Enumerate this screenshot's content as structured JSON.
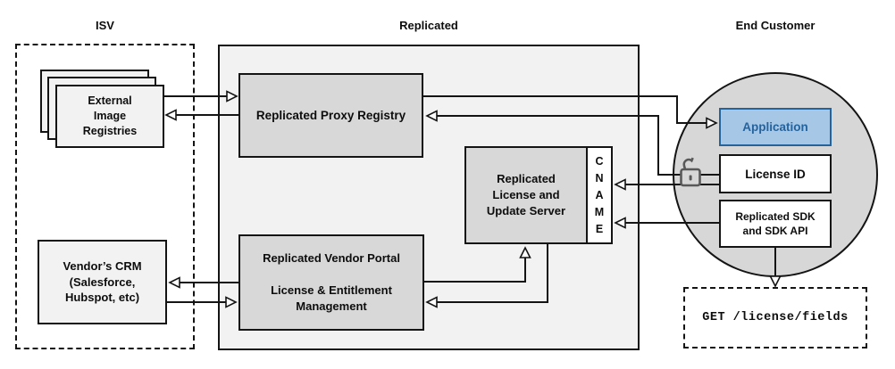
{
  "headers": {
    "isv": "ISV",
    "replicated": "Replicated",
    "end_customer": "End Customer"
  },
  "nodes": {
    "external_registries": "External\nImage\nRegistries",
    "vendor_crm": "Vendor’s CRM\n(Salesforce,\nHubspot, etc)",
    "proxy_registry": "Replicated Proxy Registry",
    "license_server": "Replicated\nLicense and\nUpdate Server",
    "cname": "C\nN\nA\nM\nE",
    "vendor_portal": "Replicated Vendor Portal\n\nLicense & Entitlement\nManagement",
    "application": "Application",
    "license_id": "License ID",
    "sdk": "Replicated SDK\nand SDK API",
    "get_request": "GET /license/fields"
  },
  "icons": {
    "unlock": "unlock-icon"
  },
  "colors": {
    "section_fill": "#f2f2f2",
    "node_fill": "#d8d8d8",
    "circle_fill": "#d7d7d7",
    "application_fill": "#a7c7e7",
    "application_accent": "#24639c",
    "line": "#141414",
    "lock_stroke": "#595959"
  }
}
